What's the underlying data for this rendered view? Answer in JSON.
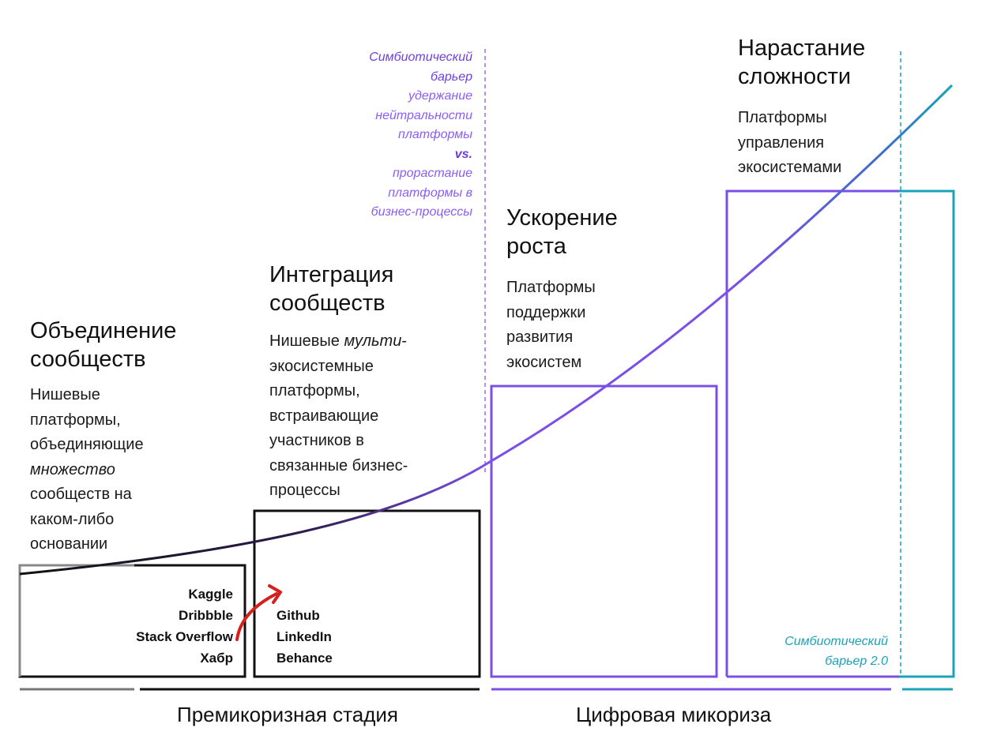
{
  "colors": {
    "black": "#111111",
    "gray": "#777777",
    "purple": "#7b4ee6",
    "purple_light": "#9b6cf2",
    "teal": "#1aa3b8",
    "arrow_red": "#d6201c"
  },
  "stages": [
    {
      "title": [
        "Объединение",
        "сообществ"
      ],
      "desc": [
        "Нишевые",
        "платформы,",
        "объединяющие",
        "множество",
        "сообществ на",
        "каком-либо",
        "основании"
      ],
      "examples": [
        "Kaggle",
        "Dribbble",
        "Stack Overflow",
        "Хабр"
      ]
    },
    {
      "title": [
        "Интеграция",
        "сообществ"
      ],
      "desc": [
        "Нишевые мульти-",
        "экосистемные",
        "платформы,",
        "встраивающие",
        "участников в",
        "связанные бизнес-",
        "процессы"
      ],
      "desc_italic_word": "мульти",
      "examples": [
        "Github",
        "LinkedIn",
        "Behance"
      ]
    },
    {
      "title": [
        "Ускорение",
        "роста"
      ],
      "desc": [
        "Платформы",
        "поддержки",
        "развития",
        "экосистем"
      ]
    },
    {
      "title": [
        "Нарастание",
        "сложности"
      ],
      "desc": [
        "Платформы",
        "управления",
        "экосистемами"
      ]
    }
  ],
  "barrier_1": {
    "lines": [
      "Симбиотический",
      "барьер",
      "удержание",
      "нейтральности",
      "платформы",
      "vs.",
      "прорастание",
      "платформы в",
      "бизнес-процессы"
    ]
  },
  "barrier_2": {
    "lines": [
      "Симбиотический",
      "барьер 2.0"
    ]
  },
  "bottom": {
    "premycorrhizal": "Премикоризная стадия",
    "digital_mycorrhiza": "Цифровая микориза"
  }
}
